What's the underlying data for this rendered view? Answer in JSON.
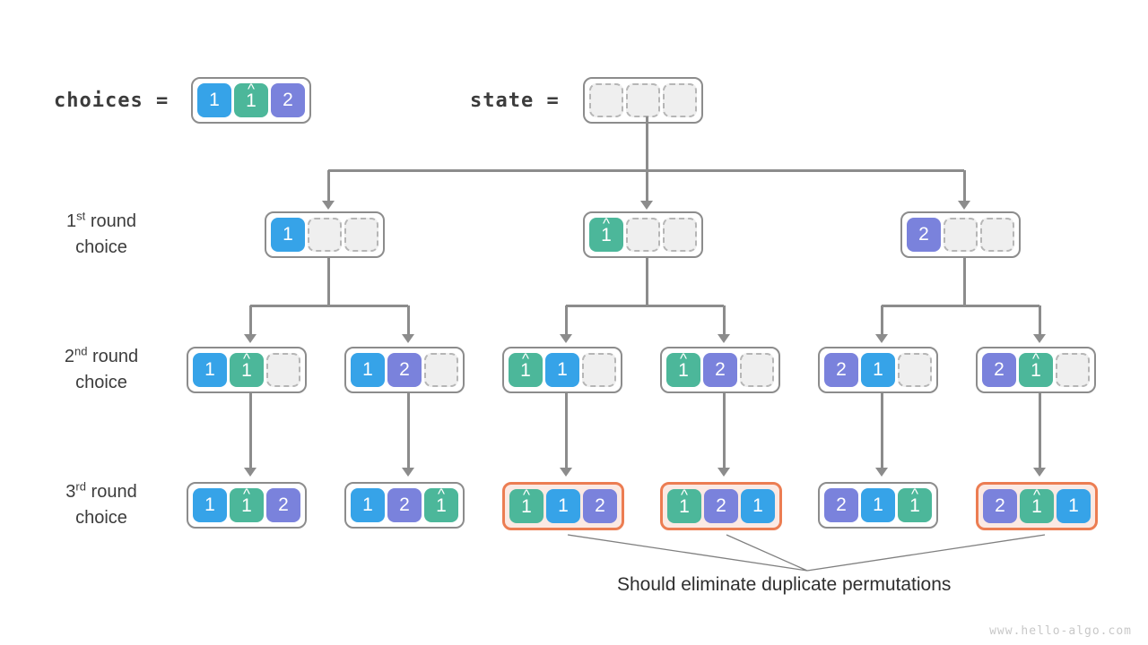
{
  "title": "Permutation backtracking tree with duplicate elements",
  "labels": {
    "choices": "choices = ",
    "state": "state = ",
    "round1": [
      "1",
      "st",
      " round",
      "choice"
    ],
    "round2": [
      "2",
      "nd",
      " round",
      "choice"
    ],
    "round3": [
      "3",
      "rd",
      " round",
      "choice"
    ],
    "caption": "Should eliminate duplicate permutations",
    "watermark": "www.hello-algo.com"
  },
  "colors": {
    "blue": "#36a3e8",
    "green": "#4cb79a",
    "purple": "#7a82dc",
    "empty": "#efefef",
    "border": "#8c8c8c",
    "highlight_border": "#ec7d52",
    "highlight_fill": "#fbe9e3",
    "text": "#3c3c3c"
  },
  "glyphs": {
    "one": "1",
    "two": "2",
    "one_hat": "1",
    "hat_cap": "^"
  },
  "choices": {
    "cells": [
      {
        "value": "1",
        "kind": "blue"
      },
      {
        "value": "1",
        "kind": "green",
        "hat": true
      },
      {
        "value": "2",
        "kind": "purple"
      }
    ]
  },
  "state": {
    "cells": [
      {
        "value": "",
        "kind": "empty"
      },
      {
        "value": "",
        "kind": "empty"
      },
      {
        "value": "",
        "kind": "empty"
      }
    ]
  },
  "rounds": [
    {
      "name": "1st round choice",
      "nodes": [
        {
          "id": "r1n1",
          "highlight": false,
          "cells": [
            {
              "value": "1",
              "kind": "blue"
            },
            {
              "value": "",
              "kind": "empty"
            },
            {
              "value": "",
              "kind": "empty"
            }
          ]
        },
        {
          "id": "r1n2",
          "highlight": false,
          "cells": [
            {
              "value": "1",
              "kind": "green",
              "hat": true
            },
            {
              "value": "",
              "kind": "empty"
            },
            {
              "value": "",
              "kind": "empty"
            }
          ]
        },
        {
          "id": "r1n3",
          "highlight": false,
          "cells": [
            {
              "value": "2",
              "kind": "purple"
            },
            {
              "value": "",
              "kind": "empty"
            },
            {
              "value": "",
              "kind": "empty"
            }
          ]
        }
      ]
    },
    {
      "name": "2nd round choice",
      "nodes": [
        {
          "id": "r2n1",
          "highlight": false,
          "cells": [
            {
              "value": "1",
              "kind": "blue"
            },
            {
              "value": "1",
              "kind": "green",
              "hat": true
            },
            {
              "value": "",
              "kind": "empty"
            }
          ]
        },
        {
          "id": "r2n2",
          "highlight": false,
          "cells": [
            {
              "value": "1",
              "kind": "blue"
            },
            {
              "value": "2",
              "kind": "purple"
            },
            {
              "value": "",
              "kind": "empty"
            }
          ]
        },
        {
          "id": "r2n3",
          "highlight": false,
          "cells": [
            {
              "value": "1",
              "kind": "green",
              "hat": true
            },
            {
              "value": "1",
              "kind": "blue"
            },
            {
              "value": "",
              "kind": "empty"
            }
          ]
        },
        {
          "id": "r2n4",
          "highlight": false,
          "cells": [
            {
              "value": "1",
              "kind": "green",
              "hat": true
            },
            {
              "value": "2",
              "kind": "purple"
            },
            {
              "value": "",
              "kind": "empty"
            }
          ]
        },
        {
          "id": "r2n5",
          "highlight": false,
          "cells": [
            {
              "value": "2",
              "kind": "purple"
            },
            {
              "value": "1",
              "kind": "blue"
            },
            {
              "value": "",
              "kind": "empty"
            }
          ]
        },
        {
          "id": "r2n6",
          "highlight": false,
          "cells": [
            {
              "value": "2",
              "kind": "purple"
            },
            {
              "value": "1",
              "kind": "green",
              "hat": true
            },
            {
              "value": "",
              "kind": "empty"
            }
          ]
        }
      ]
    },
    {
      "name": "3rd round choice",
      "nodes": [
        {
          "id": "r3n1",
          "highlight": false,
          "cells": [
            {
              "value": "1",
              "kind": "blue"
            },
            {
              "value": "1",
              "kind": "green",
              "hat": true
            },
            {
              "value": "2",
              "kind": "purple"
            }
          ]
        },
        {
          "id": "r3n2",
          "highlight": false,
          "cells": [
            {
              "value": "1",
              "kind": "blue"
            },
            {
              "value": "2",
              "kind": "purple"
            },
            {
              "value": "1",
              "kind": "green",
              "hat": true
            }
          ]
        },
        {
          "id": "r3n3",
          "highlight": true,
          "cells": [
            {
              "value": "1",
              "kind": "green",
              "hat": true
            },
            {
              "value": "1",
              "kind": "blue"
            },
            {
              "value": "2",
              "kind": "purple"
            }
          ]
        },
        {
          "id": "r3n4",
          "highlight": true,
          "cells": [
            {
              "value": "1",
              "kind": "green",
              "hat": true
            },
            {
              "value": "2",
              "kind": "purple"
            },
            {
              "value": "1",
              "kind": "blue"
            }
          ]
        },
        {
          "id": "r3n5",
          "highlight": false,
          "cells": [
            {
              "value": "2",
              "kind": "purple"
            },
            {
              "value": "1",
              "kind": "blue"
            },
            {
              "value": "1",
              "kind": "green",
              "hat": true
            }
          ]
        },
        {
          "id": "r3n6",
          "highlight": true,
          "cells": [
            {
              "value": "2",
              "kind": "purple"
            },
            {
              "value": "1",
              "kind": "green",
              "hat": true
            },
            {
              "value": "1",
              "kind": "blue"
            }
          ]
        }
      ]
    }
  ]
}
